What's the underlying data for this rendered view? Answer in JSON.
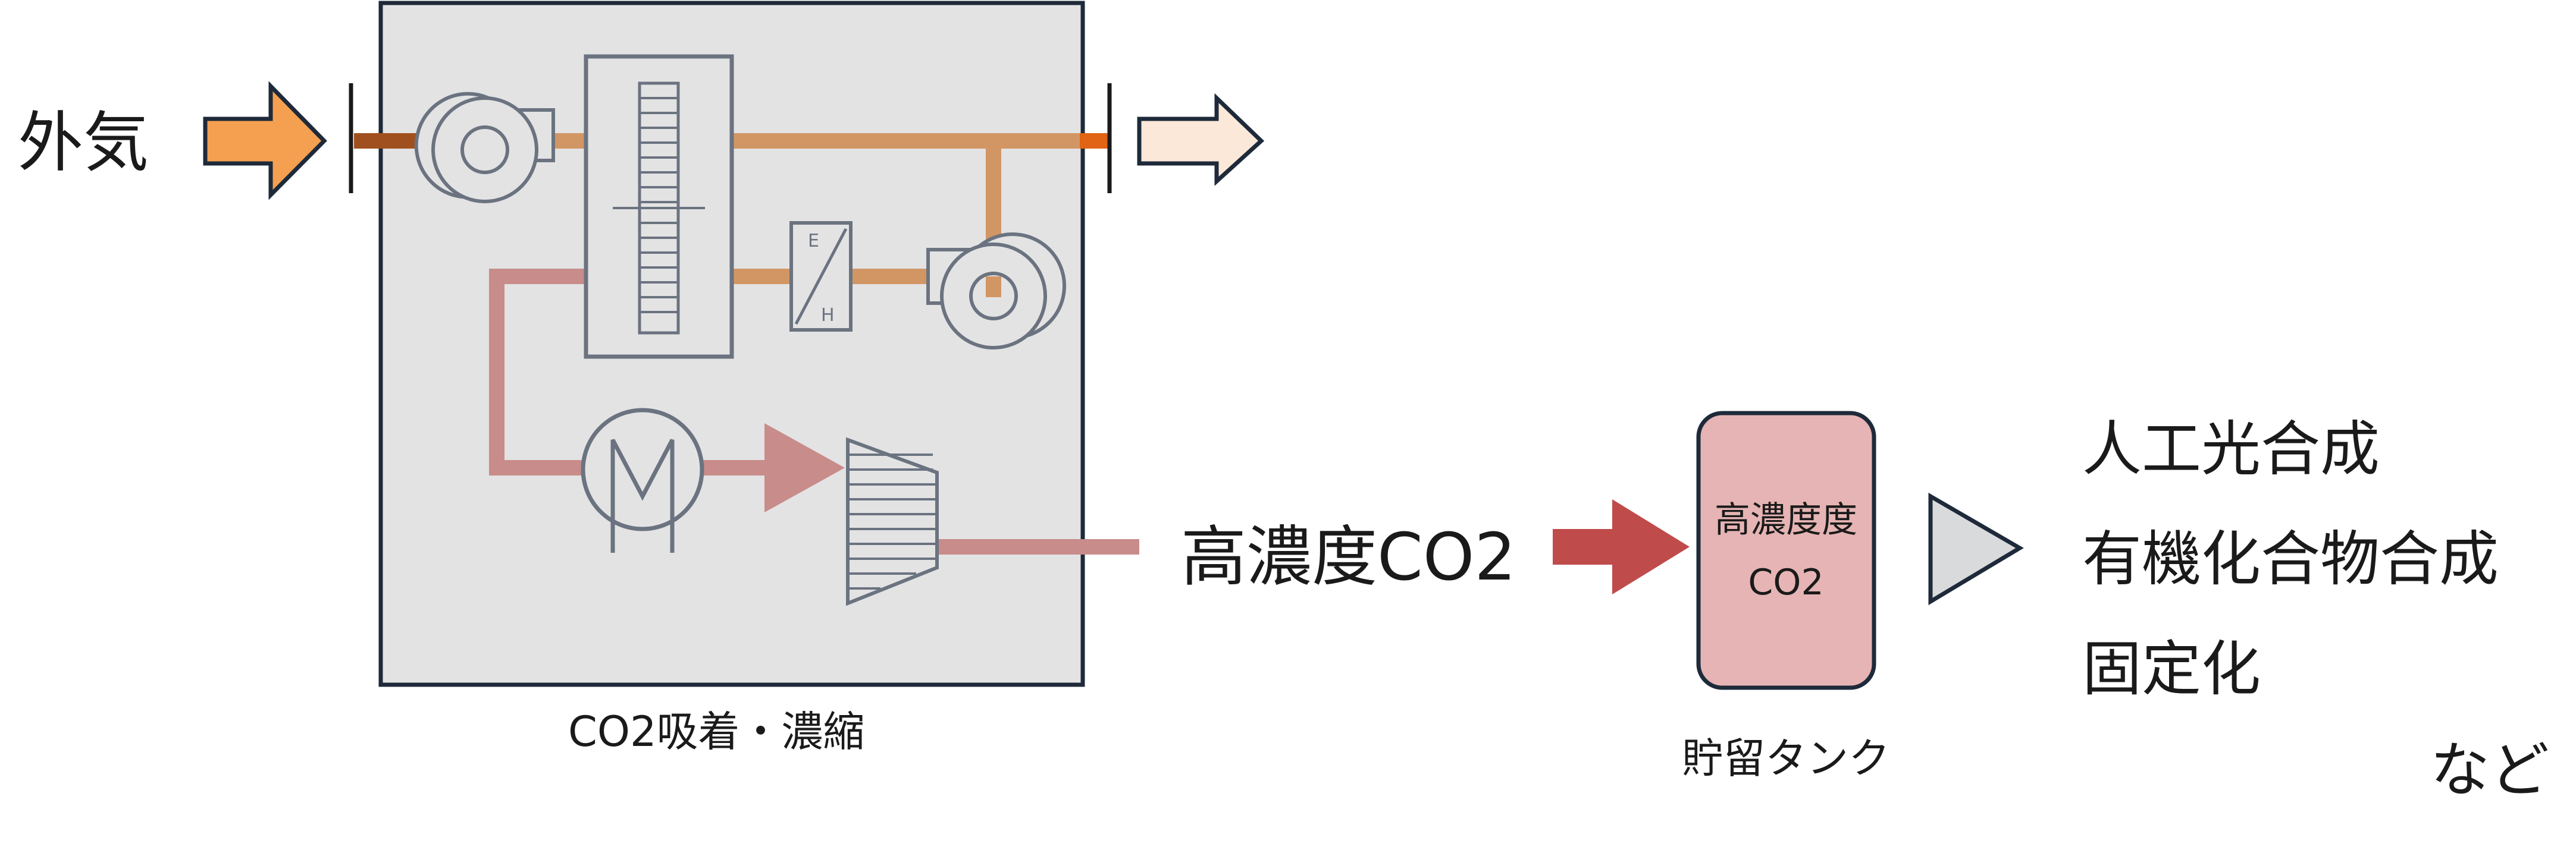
{
  "labels": {
    "outside_air": "外気",
    "absorb_unit": "CO2吸着・濃縮",
    "high_conc_co2": "高濃度CO2",
    "tank_line1": "高濃度度",
    "tank_line2": "CO2",
    "tank_name": "貯留タンク",
    "eh_e": "E",
    "eh_h": "H",
    "etc": "など"
  },
  "uses": [
    "人工光合成",
    "有機化合物合成",
    "固定化"
  ],
  "colors": {
    "unit_fill": "#e3e3e4",
    "unit_border": "#1e2a3a",
    "pipe_air": "#d29664",
    "pipe_dark": "#a0501e",
    "pipe_orange": "#e06414",
    "pipe_pink": "#c88c8a",
    "arrow_in": "#f4a050",
    "arrow_out": "#fbe8d8",
    "arrow_co2": "#c04b4b",
    "tank_fill": "#e6b4b4",
    "equip_stroke": "#6b7380",
    "triangle_fill": "#d9dadb"
  }
}
